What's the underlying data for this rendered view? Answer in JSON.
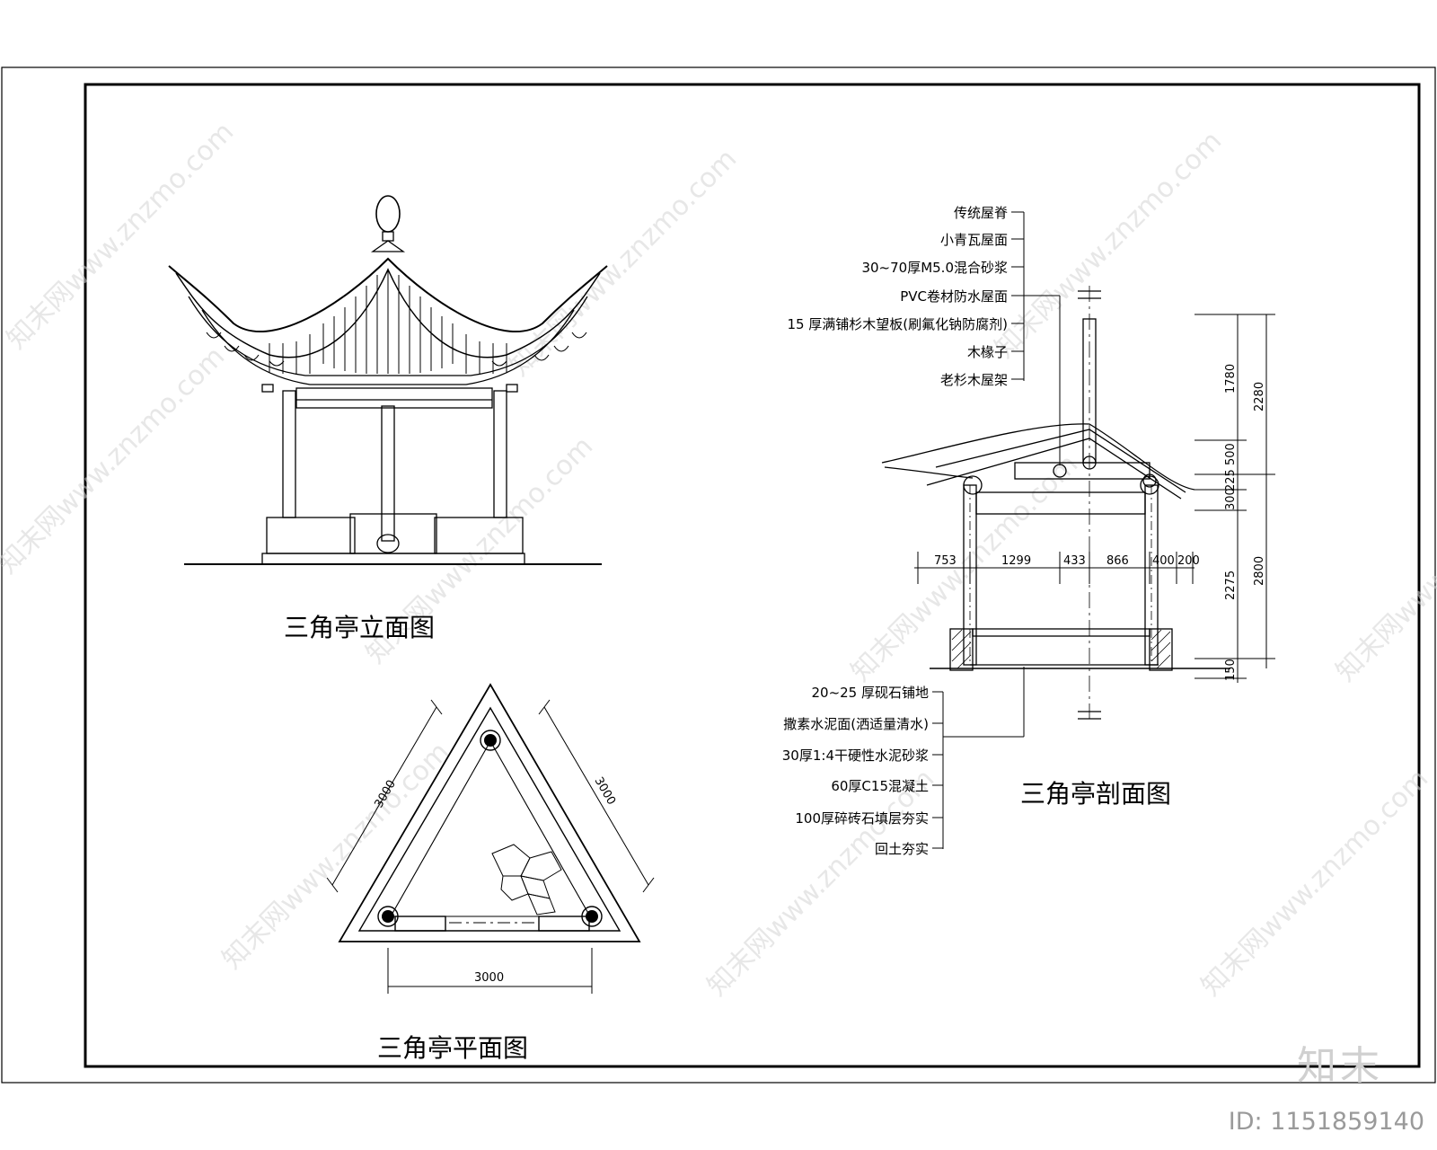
{
  "drawing": {
    "elevation_title": "三角亭立面图",
    "plan_title": "三角亭平面图",
    "section_title": "三角亭剖面图"
  },
  "roof_callouts": [
    "传统屋脊",
    "小青瓦屋面",
    "30~70厚M5.0混合砂浆",
    "PVC卷材防水屋面",
    "15 厚满铺杉木望板(刷氟化钠防腐剂)",
    "木椽子",
    "老杉木屋架"
  ],
  "floor_callouts": [
    "20~25 厚砚石铺地",
    "撒素水泥面(洒适量清水)",
    "30厚1:4干硬性水泥砂浆",
    "60厚C15混凝土",
    "100厚碎砖石填层夯实",
    "回土夯实"
  ],
  "section_horizontal_dims": [
    "753",
    "1299",
    "433",
    "866",
    "400",
    "200"
  ],
  "section_vertical_dims_inner": [
    "1780",
    "500",
    "225",
    "300",
    "2275",
    "150"
  ],
  "section_vertical_dims_outer": [
    "2280",
    "2800"
  ],
  "plan_dims": {
    "left_side": "3000",
    "right_side": "3000",
    "bottom": "3000"
  },
  "watermark": {
    "site": "知末网www.znzmo.com",
    "brand": "知末",
    "image_id": "ID: 1151859140"
  }
}
